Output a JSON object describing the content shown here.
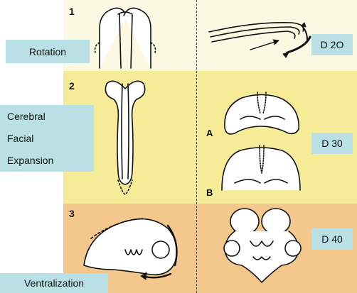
{
  "panels": [
    {
      "number": "1",
      "fill": "#fcf9e3",
      "day": "D 2O"
    },
    {
      "number": "2",
      "fill": "#f6ec98",
      "day": "D 30",
      "sub_a": "A",
      "sub_b": "B"
    },
    {
      "number": "3",
      "fill": "#f4c88c",
      "day": "D 40"
    }
  ],
  "labels": {
    "rotation": "Rotation",
    "cerebral": "Cerebral",
    "facial": "Facial",
    "expansion": "Expansion",
    "ventralization": "Ventralization"
  },
  "colors": {
    "label_bg": "#b9e0e5",
    "stroke": "#111111"
  }
}
